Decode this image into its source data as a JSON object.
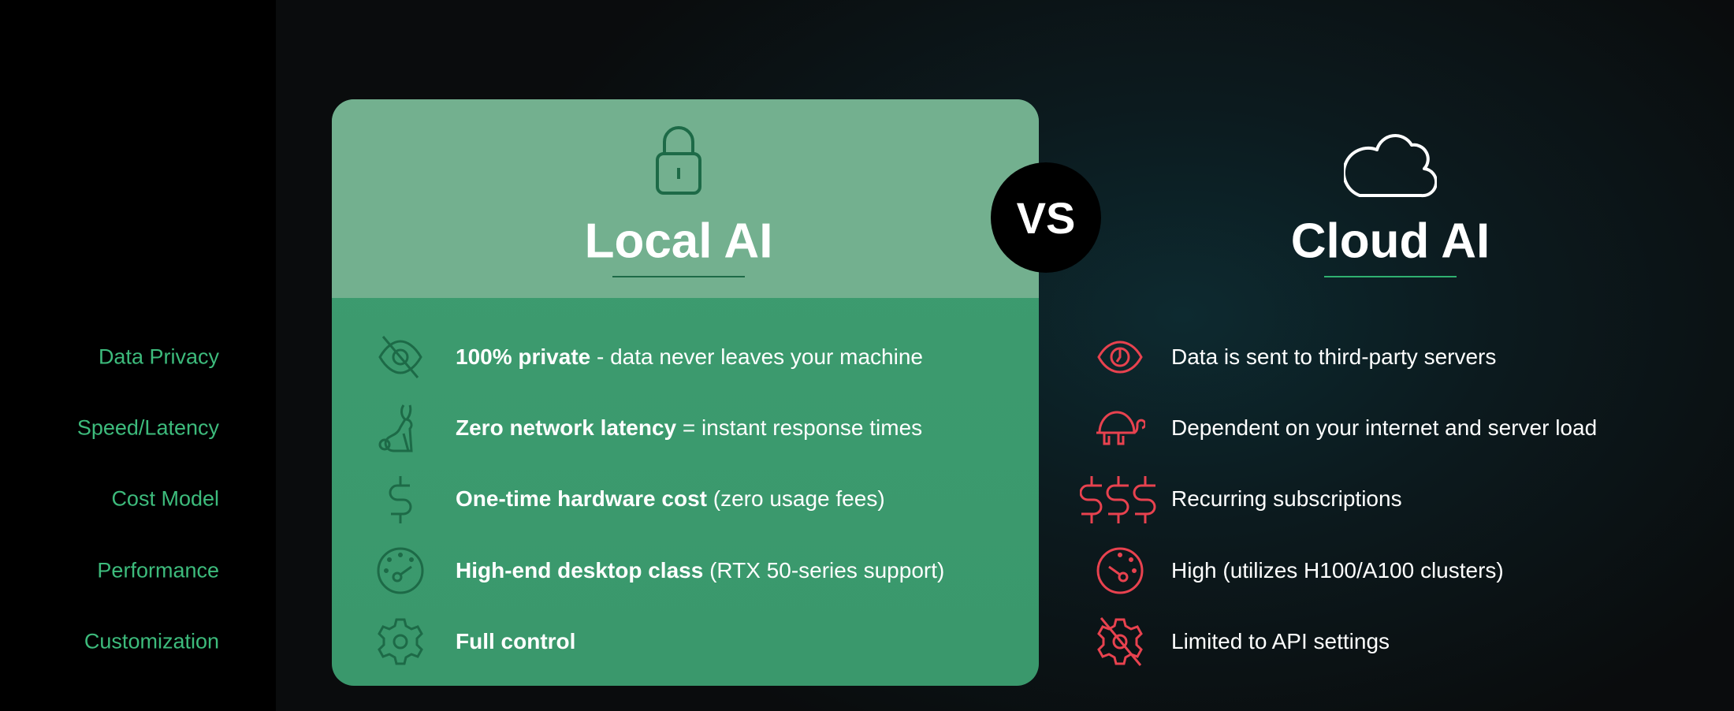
{
  "categories": [
    "Data Privacy",
    "Speed/Latency",
    "Cost Model",
    "Performance",
    "Customization"
  ],
  "local": {
    "title": "Local AI",
    "icon": "lock-icon",
    "rows": [
      {
        "icon": "eye-off-icon",
        "bold": "100% private",
        "rest": " - data never leaves your machine"
      },
      {
        "icon": "rabbit-icon",
        "bold": "Zero network latency",
        "rest": " = instant response times"
      },
      {
        "icon": "dollar-icon",
        "bold": "One-time hardware cost",
        "rest": " (zero usage fees)"
      },
      {
        "icon": "speedometer-icon",
        "bold": "High-end desktop class",
        "rest": " (RTX 50-series support)"
      },
      {
        "icon": "gear-icon",
        "bold": "Full control",
        "rest": ""
      }
    ]
  },
  "vs": "VS",
  "cloud": {
    "title": "Cloud AI",
    "icon": "cloud-icon",
    "rows": [
      {
        "icon": "eye-icon",
        "text": "Data is sent to third-party servers"
      },
      {
        "icon": "turtle-icon",
        "text": "Dependent on your internet and server load"
      },
      {
        "icon": "triple-dollar-icon",
        "text": "Recurring subscriptions"
      },
      {
        "icon": "speedometer-icon",
        "text": "High (utilizes H100/A100 clusters)"
      },
      {
        "icon": "gear-off-icon",
        "text": "Limited to API settings"
      }
    ]
  },
  "colors": {
    "label": "#3dbb7c",
    "cardTop": "#73b08f",
    "cardBody": "#3a9a6e",
    "iconLocal": "#1d6a47",
    "iconCloud": "#e8424f"
  }
}
